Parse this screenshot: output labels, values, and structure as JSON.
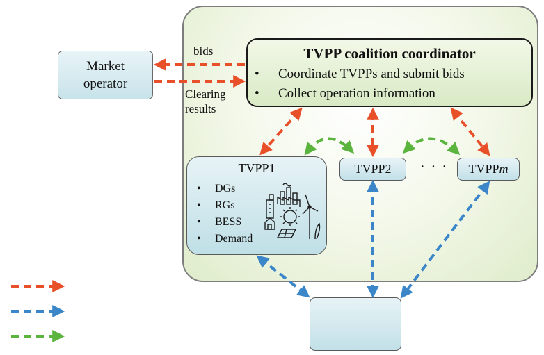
{
  "market_operator": {
    "line1": "Market",
    "line2": "operator"
  },
  "coordinator": {
    "title": "TVPP coalition coordinator",
    "items": [
      "Coordinate TVPPs and submit bids",
      "Collect operation information"
    ]
  },
  "flow_labels": {
    "bids": "bids",
    "clearing_line1": "Clearing",
    "clearing_line2": "results"
  },
  "tvpp1": {
    "title": "TVPP1",
    "items": [
      "DGs",
      "RGs",
      "BESS",
      "Demand"
    ]
  },
  "tvpp2": {
    "title": "TVPP2"
  },
  "tvppm": {
    "title_base": "TVPP",
    "title_italic": "m"
  },
  "ellipsis": "· · ·",
  "bottom_box": {
    "label": ""
  },
  "legend": [
    {
      "color": "#e8502a",
      "label": ""
    },
    {
      "color": "#3a86c8",
      "label": ""
    },
    {
      "color": "#5bb43d",
      "label": ""
    }
  ],
  "colors": {
    "red": "#e8502a",
    "blue": "#3a86c8",
    "green": "#5bb43d"
  },
  "icons": {
    "tvpp1_illustration": "energy-sources-icon"
  }
}
